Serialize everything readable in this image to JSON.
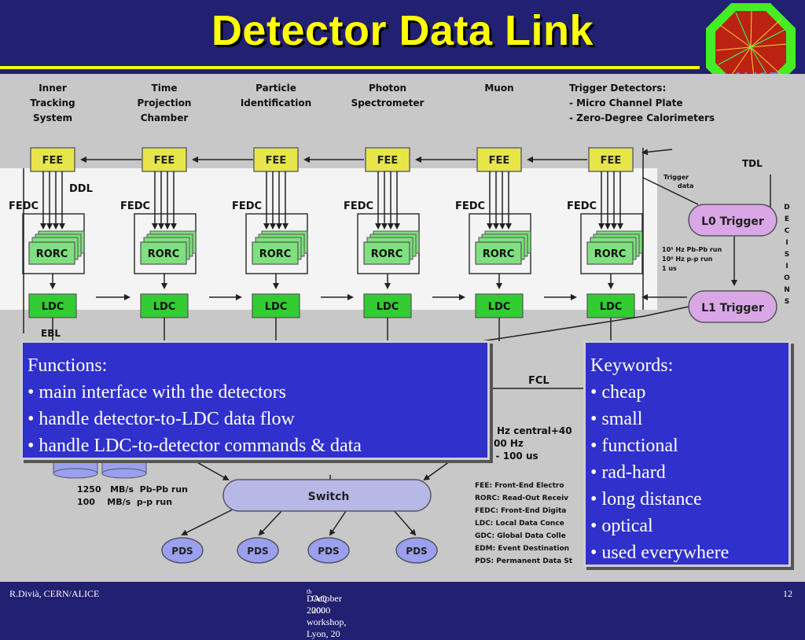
{
  "slide": {
    "title": "Detector Data Link",
    "footer_left": "R.Divià, CERN/ALICE",
    "footer_center_pre": "DAQ 2000 workshop, Lyon, 20",
    "footer_center_sup": "th",
    "footer_center_post": " October 2000",
    "page_number": "12",
    "logo_text": "ALICE"
  },
  "diagram": {
    "detectors": [
      {
        "lines": [
          "Inner",
          "Tracking",
          "System"
        ]
      },
      {
        "lines": [
          "Time",
          "Projection",
          "Chamber"
        ]
      },
      {
        "lines": [
          "Particle",
          "Identification"
        ]
      },
      {
        "lines": [
          "Photon",
          "Spectrometer"
        ]
      },
      {
        "lines": [
          "Muon"
        ]
      }
    ],
    "trigger_detectors": [
      "Trigger Detectors:",
      "- Micro Channel Plate",
      "- Zero-Degree Calorimeters"
    ],
    "fee_label": "FEE",
    "fedc_label": "FEDC",
    "rorc_label": "RORC",
    "ldc_label": "LDC",
    "ddl_label": "DDL",
    "ebl_label": "EBL",
    "tdl_label": "TDL",
    "fcl_label": "FCL",
    "trigger_data_label": [
      "Trigger",
      "data"
    ],
    "l0_trigger": "L0 Trigger",
    "l1_trigger": "L1 Trigger",
    "decisions_letters": [
      "D",
      "E",
      "C",
      "I",
      "S",
      "I",
      "O",
      "N",
      "S"
    ],
    "rates": [
      "10⁵ Hz Pb-Pb run",
      "10⁶ Hz p-p run",
      "1 us"
    ],
    "rates_partial": [
      "Hz central+40",
      "00 Hz",
      "/ - 100 us"
    ],
    "bandwidth": [
      "1250   MB/s  Pb-Pb run",
      "100    MB/s  p-p run"
    ],
    "switch_label": "Switch",
    "pds_label": "PDS",
    "legend": [
      "FEE: Front-End Electro",
      "RORC: Read-Out Receiv",
      "FEDC: Front-End Digita",
      "LDC: Local Data Conce",
      "GDC: Global Data Colle",
      "EDM: Event Destination",
      "PDS: Permanent Data St"
    ]
  },
  "functions_box": {
    "heading": "Functions:",
    "items": [
      "main interface with the detectors",
      "handle detector-to-LDC data flow",
      "handle LDC-to-detector commands & data"
    ]
  },
  "keywords_box": {
    "heading": "Keywords:",
    "items": [
      "cheap",
      "small",
      "functional",
      "rad-hard",
      "long distance",
      "optical",
      "used everywhere"
    ]
  },
  "colors": {
    "background": "#222070",
    "title": "#ffff00",
    "fee": "#e6e64a",
    "rorc": "#7fe07f",
    "ldc": "#33cc33",
    "trigger": "#d9a6e6",
    "panel": "#3030cc"
  }
}
